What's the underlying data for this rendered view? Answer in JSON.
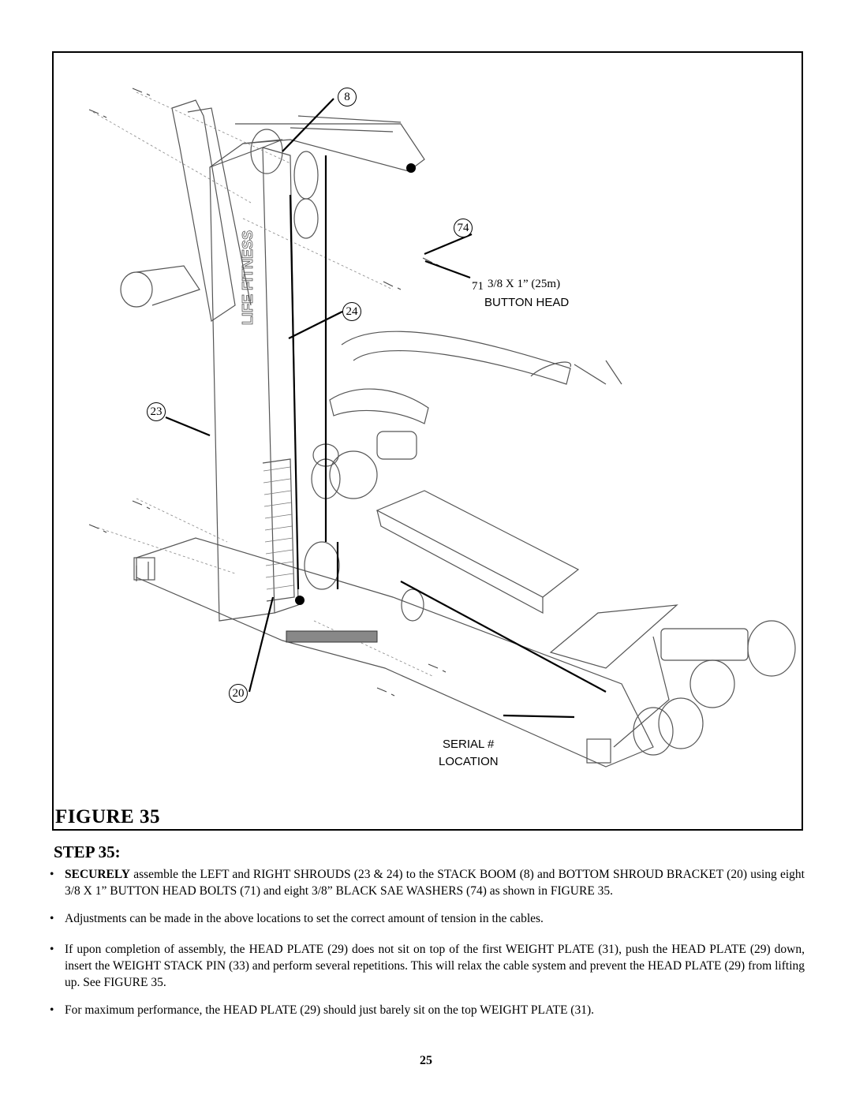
{
  "figure": {
    "title": "FIGURE 35",
    "brand_text": "LIFE FITNESS",
    "callouts": {
      "c8": "8",
      "c74": "74",
      "c71": "71",
      "c24": "24",
      "c23": "23",
      "c20": "20"
    },
    "bolt_spec_line1": "3/8 X 1” (25m)",
    "bolt_spec_line2": "BUTTON HEAD",
    "serial_line1": "SERIAL #",
    "serial_line2": "LOCATION"
  },
  "step": {
    "heading": "STEP 35:",
    "bullet_symbol": "•",
    "bullet1_bold": "SECURELY",
    "bullet1_text": " assemble the LEFT and RIGHT SHROUDS (23 & 24) to the STACK BOOM (8) and BOTTOM SHROUD BRACKET (20) using eight 3/8 X 1” BUTTON HEAD BOLTS (71) and eight 3/8” BLACK SAE WASHERS (74)  as shown in FIGURE 35.",
    "bullet2_text": "Adjustments can be made in the above locations to set the correct amount of tension in the cables.",
    "bullet3_text": " If upon completion of assembly, the HEAD PLATE (29) does not sit on top of the first WEIGHT PLATE (31), push the HEAD PLATE (29) down, insert the WEIGHT STACK PIN (33) and perform several repetitions.  This will relax the cable system and prevent the HEAD PLATE (29) from lifting up. See FIGURE 35.",
    "bullet4_text": "For maximum performance, the HEAD PLATE (29) should just barely sit on the top WEIGHT PLATE (31)."
  },
  "page_number": "25"
}
